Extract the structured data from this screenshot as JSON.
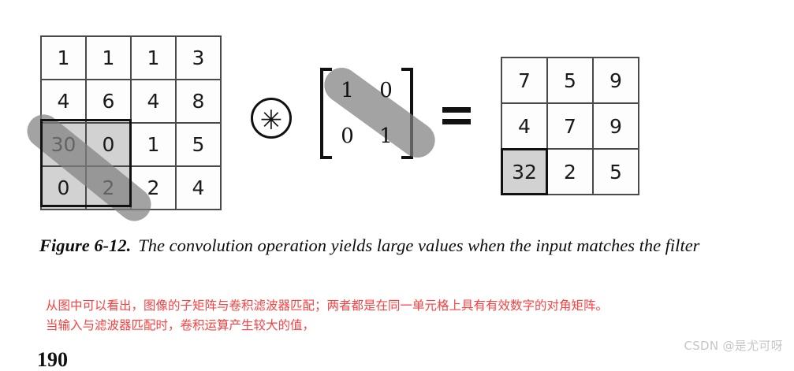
{
  "figure": {
    "input_matrix": {
      "name": "input-matrix",
      "rows": 4,
      "cols": 4,
      "cells": [
        [
          {
            "value": "1",
            "shaded": false
          },
          {
            "value": "1",
            "shaded": false
          },
          {
            "value": "1",
            "shaded": false
          },
          {
            "value": "3",
            "shaded": false
          }
        ],
        [
          {
            "value": "4",
            "shaded": false
          },
          {
            "value": "6",
            "shaded": false
          },
          {
            "value": "4",
            "shaded": false
          },
          {
            "value": "8",
            "shaded": false
          }
        ],
        [
          {
            "value": "30",
            "shaded": true
          },
          {
            "value": "0",
            "shaded": true
          },
          {
            "value": "1",
            "shaded": false
          },
          {
            "value": "5",
            "shaded": false
          }
        ],
        [
          {
            "value": "0",
            "shaded": true
          },
          {
            "value": "2",
            "shaded": true
          },
          {
            "value": "2",
            "shaded": false
          },
          {
            "value": "4",
            "shaded": false
          }
        ]
      ]
    },
    "operator": {
      "convolution_symbol": "✳",
      "equals_symbol": "="
    },
    "filter_matrix": {
      "name": "filter-matrix",
      "rows": 2,
      "cols": 2,
      "cells": [
        [
          {
            "value": "1"
          },
          {
            "value": "0"
          }
        ],
        [
          {
            "value": "0"
          },
          {
            "value": "1"
          }
        ]
      ]
    },
    "result_matrix": {
      "name": "result-matrix",
      "rows": 3,
      "cols": 3,
      "cells": [
        [
          {
            "value": "7",
            "shaded": false
          },
          {
            "value": "5",
            "shaded": false
          },
          {
            "value": "9",
            "shaded": false
          }
        ],
        [
          {
            "value": "4",
            "shaded": false
          },
          {
            "value": "7",
            "shaded": false
          },
          {
            "value": "9",
            "shaded": false
          }
        ],
        [
          {
            "value": "32",
            "shaded": true
          },
          {
            "value": "2",
            "shaded": false
          },
          {
            "value": "5",
            "shaded": false
          }
        ]
      ]
    },
    "colors": {
      "shaded_cell": "#d2d2d2",
      "diagonal_band": "#808080",
      "grid_line": "#4a4a4a",
      "highlight_border": "#111111"
    }
  },
  "caption": {
    "label": "Figure 6-12.",
    "text": "The convolution operation yields large values when the input matches the filter"
  },
  "annotation": {
    "color": "#fc4040",
    "lines": [
      "从图中可以看出，图像的子矩阵与卷积滤波器匹配；两者都是在同一单元格上具有有效数字的对角矩阵。",
      "当输入与滤波器匹配时，卷积运算产生较大的值，"
    ]
  },
  "watermark": {
    "text": "CSDN @是尤可呀",
    "color": "#c6c6c6"
  },
  "page_number": "190"
}
